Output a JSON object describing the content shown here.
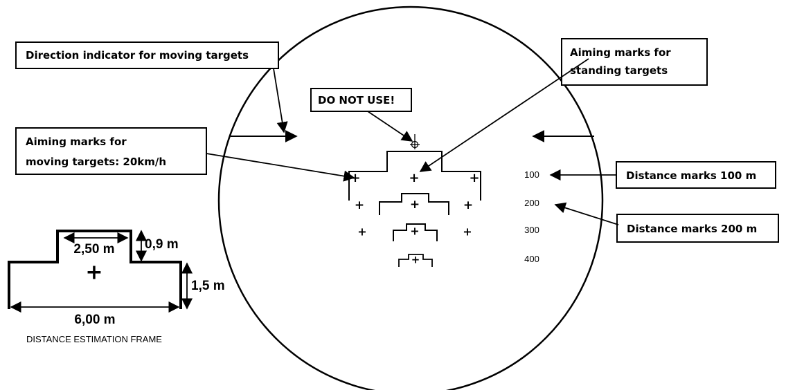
{
  "labels": {
    "direction_indicator": "Direction indicator for moving targets",
    "aiming_standing_line1": "Aiming marks for",
    "aiming_standing_line2": "standing targets",
    "do_not_use": "DO NOT USE!",
    "aiming_moving_line1": "Aiming marks for",
    "aiming_moving_line2": "moving targets: 20km/h",
    "distance_100": "Distance marks 100 m",
    "distance_200": "Distance marks 200 m"
  },
  "distance_marks": [
    "100",
    "200",
    "300",
    "400"
  ],
  "frame": {
    "top_width": "2,50 m",
    "top_height": "0,9 m",
    "bottom_height": "1,5 m",
    "total_width": "6,00 m",
    "caption": "DISTANCE ESTIMATION FRAME"
  },
  "glyphs": {
    "plus": "+"
  }
}
